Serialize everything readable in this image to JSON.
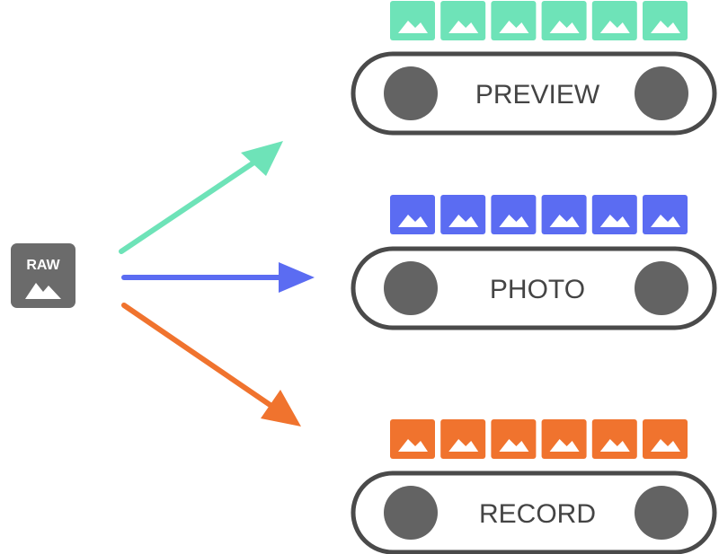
{
  "source": {
    "label": "RAW",
    "icon": "image-icon",
    "color": "#6b6b6b"
  },
  "arrows": [
    {
      "name": "arrow-to-preview",
      "color": "#6ee3b8"
    },
    {
      "name": "arrow-to-photo",
      "color": "#5b6cf2"
    },
    {
      "name": "arrow-to-record",
      "color": "#f0732e"
    }
  ],
  "streams": [
    {
      "label": "PREVIEW",
      "frame_color": "#6ee3b8",
      "frame_count": 6
    },
    {
      "label": "PHOTO",
      "frame_color": "#5b6cf2",
      "frame_count": 6
    },
    {
      "label": "RECORD",
      "frame_color": "#f0732e",
      "frame_count": 6
    }
  ],
  "belt": {
    "outline_color": "#4a4a4a",
    "roller_color": "#636363"
  }
}
